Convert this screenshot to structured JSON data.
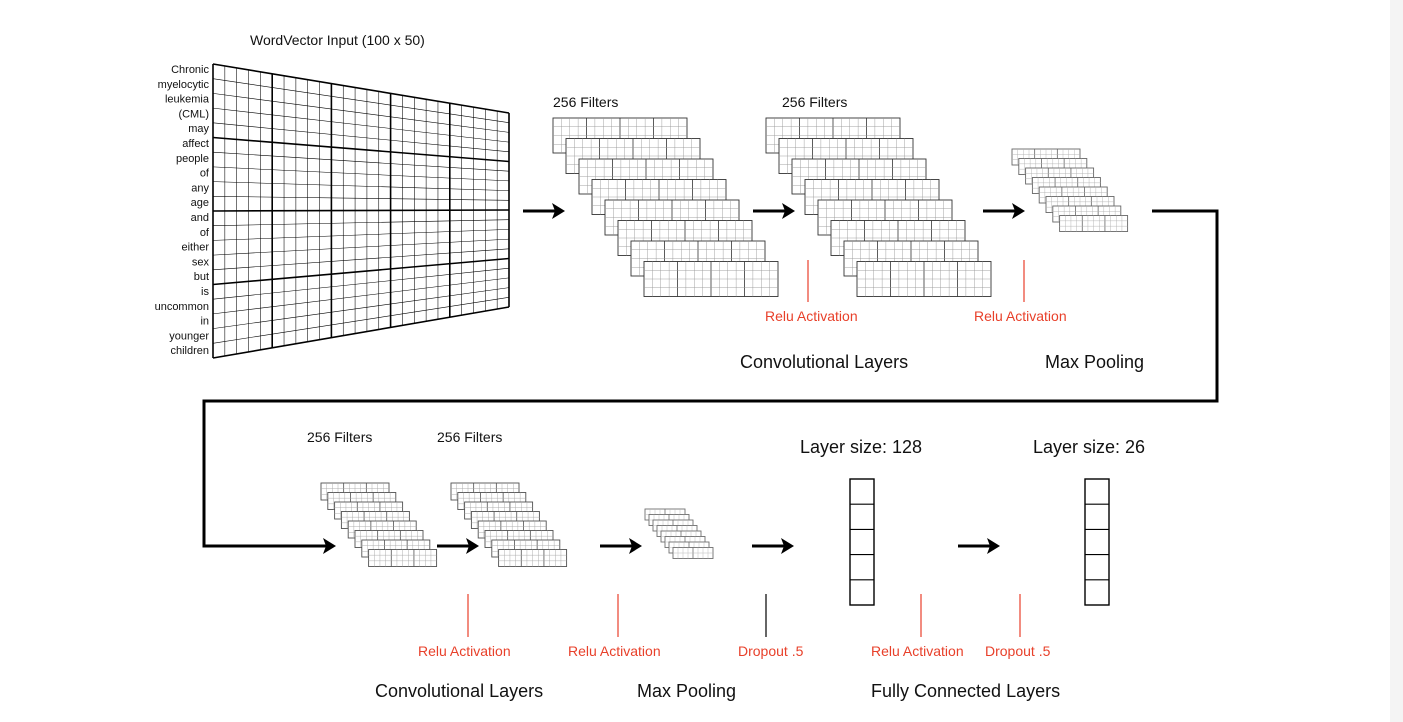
{
  "input": {
    "title": "WordVector Input (100 x 50)",
    "words": [
      "Chronic",
      "myelocytic",
      "leukemia",
      "(CML)",
      "may",
      "affect",
      "people",
      "of",
      "any",
      "age",
      "and",
      "of",
      "either",
      "sex",
      "but",
      "is",
      "uncommon",
      "in",
      "younger",
      "children"
    ]
  },
  "labels": {
    "filters_256": "256 Filters",
    "relu": "Relu Activation",
    "dropout": "Dropout .5",
    "conv_layers": "Convolutional Layers",
    "max_pooling": "Max Pooling",
    "fully_connected": "Fully Connected Layers",
    "layer_size_128": "Layer size: 128",
    "layer_size_26": "Layer size: 26"
  },
  "colors": {
    "accent": "#e8402a",
    "line": "#000000",
    "grid": "#555555",
    "text": "#111111"
  }
}
